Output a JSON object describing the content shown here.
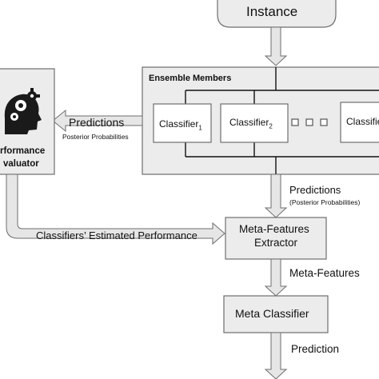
{
  "instance": {
    "label": "Instance"
  },
  "ensemble": {
    "title": "Ensemble Members",
    "classifiers": [
      {
        "name": "Classifier",
        "sub": "1"
      },
      {
        "name": "Classifier",
        "sub": "2"
      },
      {
        "name": "Classifie",
        "sub": ""
      }
    ]
  },
  "evaluator": {
    "line1": "rformance",
    "line2": "valuator",
    "icon": "gears-head-icon"
  },
  "edges": {
    "predictions_left": "Predictions",
    "posterior_left": "Posterior Probabilities",
    "predictions_down": "Predictions",
    "posterior_down": "(Posterior Probabilities)",
    "estimated_performance": "Classifiers’ Estimated Performance",
    "meta_features": "Meta-Features",
    "prediction": "Prediction"
  },
  "meta_extractor": {
    "line1": "Meta-Features",
    "line2": "Extractor"
  },
  "meta_classifier": {
    "label": "Meta Classifier"
  },
  "colors": {
    "box_fill": "#ececec",
    "arrow_fill": "#e6e6e6",
    "stroke": "#6e6e6e",
    "line": "#111111"
  }
}
